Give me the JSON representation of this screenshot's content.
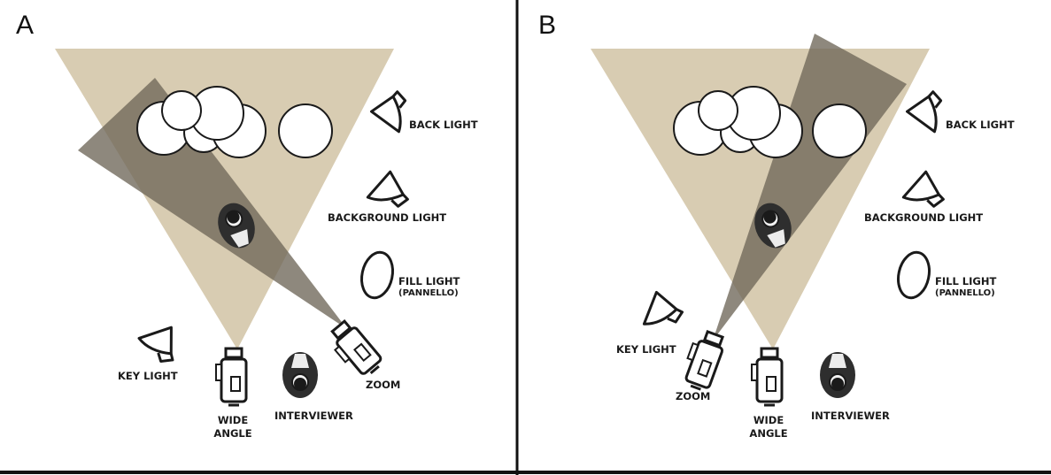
{
  "colors": {
    "wide_cone": "#d8ccb2",
    "zoom_cone": "#6e6658",
    "ink": "#1a1a1a",
    "cloud_fill": "#ffffff",
    "divider": "#111111"
  },
  "panels": [
    {
      "letter": "A",
      "labels": {
        "back_light": "BACK LIGHT",
        "background_light": "BACKGROUND LIGHT",
        "fill_light": "FILL LIGHT",
        "fill_light_sub": "(PANNELLO)",
        "key_light": "KEY LIGHT",
        "wide_angle_1": "WIDE",
        "wide_angle_2": "ANGLE",
        "interviewer": "INTERVIEWER",
        "zoom": "ZOOM"
      }
    },
    {
      "letter": "B",
      "labels": {
        "back_light": "BACK LIGHT",
        "background_light": "BACKGROUND LIGHT",
        "fill_light": "FILL LIGHT",
        "fill_light_sub": "(PANNELLO)",
        "key_light": "KEY LIGHT",
        "wide_angle_1": "WIDE",
        "wide_angle_2": "ANGLE",
        "interviewer": "INTERVIEWER",
        "zoom": "ZOOM"
      }
    }
  ]
}
